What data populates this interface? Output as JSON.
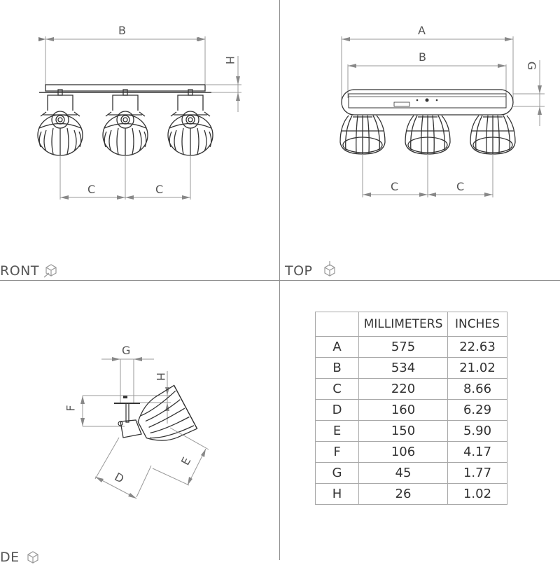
{
  "views": {
    "front": {
      "label": "RONT",
      "icon": "view-cube-icon"
    },
    "top": {
      "label": "TOP",
      "icon": "view-cube-icon"
    },
    "side": {
      "label": "DE",
      "icon": "view-cube-icon"
    }
  },
  "front_dims": {
    "B": "B",
    "H": "H",
    "C1": "C",
    "C2": "C"
  },
  "top_dims": {
    "A": "A",
    "B": "B",
    "G": "G",
    "C1": "C",
    "C2": "C"
  },
  "side_dims": {
    "G": "G",
    "H": "H",
    "F": "F",
    "D": "D",
    "E": "E"
  },
  "table": {
    "headers": [
      "",
      "MILLIMETERS",
      "INCHES"
    ],
    "rows": [
      {
        "key": "A",
        "mm": "575",
        "in": "22.63"
      },
      {
        "key": "B",
        "mm": "534",
        "in": "21.02"
      },
      {
        "key": "C",
        "mm": "220",
        "in": "8.66"
      },
      {
        "key": "D",
        "mm": "160",
        "in": "6.29"
      },
      {
        "key": "E",
        "mm": "150",
        "in": "5.90"
      },
      {
        "key": "F",
        "mm": "106",
        "in": "4.17"
      },
      {
        "key": "G",
        "mm": "45",
        "in": "1.77"
      },
      {
        "key": "H",
        "mm": "26",
        "in": "1.02"
      }
    ]
  }
}
